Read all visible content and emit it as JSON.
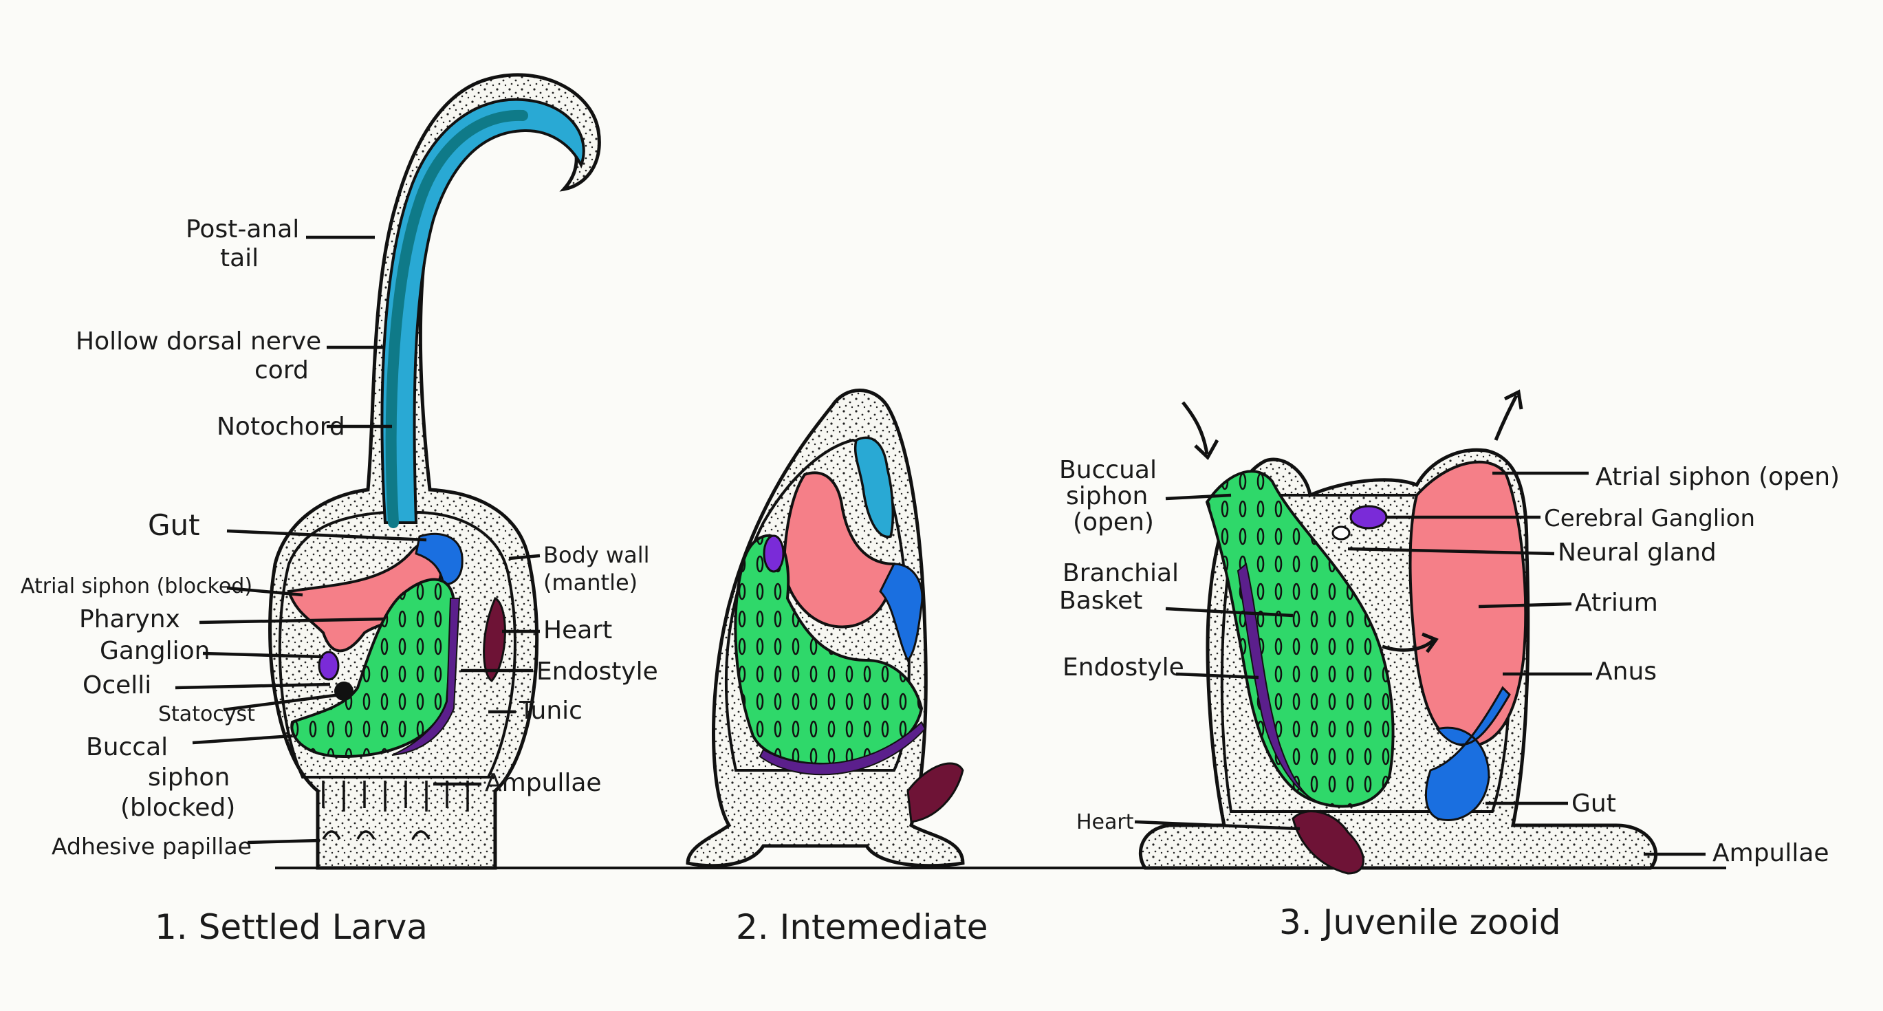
{
  "colors": {
    "tunic_fill": "#ffffff",
    "stipple_body": "#efefea",
    "notochord": "#29a9d4",
    "notochord_core": "#0f7a88",
    "pharynx_pink": "#f57f88",
    "basket_green": "#2fd86a",
    "endostyle_purple": "#5b1f8c",
    "heart_maroon": "#6e1336",
    "gut_blue": "#1a6fe0",
    "ganglion_violet": "#7a2bd8"
  },
  "stages": [
    {
      "title": "1. Settled Larva",
      "labels": [
        {
          "id": "post-anal-tail",
          "lines": [
            "Post-anal",
            "tail"
          ]
        },
        {
          "id": "hollow-dorsal-nerve-cord",
          "lines": [
            "Hollow dorsal nerve",
            "cord"
          ]
        },
        {
          "id": "notochord",
          "lines": [
            "Notochord"
          ]
        },
        {
          "id": "gut",
          "lines": [
            "Gut"
          ]
        },
        {
          "id": "atrial-siphon-blocked",
          "lines": [
            "Atrial siphon (blocked)"
          ]
        },
        {
          "id": "pharynx",
          "lines": [
            "Pharynx"
          ]
        },
        {
          "id": "ganglion",
          "lines": [
            "Ganglion"
          ]
        },
        {
          "id": "ocelli",
          "lines": [
            "Ocelli"
          ]
        },
        {
          "id": "statocyst",
          "lines": [
            "Statocyst"
          ]
        },
        {
          "id": "buccal-siphon-blocked",
          "lines": [
            "Buccal",
            "siphon",
            "(blocked)"
          ]
        },
        {
          "id": "adhesive-papillae",
          "lines": [
            "Adhesive papillae"
          ]
        },
        {
          "id": "body-wall",
          "lines": [
            "Body wall",
            "(mantle)"
          ]
        },
        {
          "id": "heart",
          "lines": [
            "Heart"
          ]
        },
        {
          "id": "endostyle",
          "lines": [
            "Endostyle"
          ]
        },
        {
          "id": "tunic",
          "lines": [
            "Tunic"
          ]
        },
        {
          "id": "ampullae",
          "lines": [
            "Ampullae"
          ]
        }
      ]
    },
    {
      "title": "2. Intemediate",
      "labels": []
    },
    {
      "title": "3. Juvenile zooid",
      "labels": [
        {
          "id": "buccal-siphon-open",
          "lines": [
            "Buccual",
            "siphon",
            "(open)"
          ]
        },
        {
          "id": "branchial-basket",
          "lines": [
            "Branchial",
            "Basket"
          ]
        },
        {
          "id": "endostyle-3",
          "lines": [
            "Endostyle"
          ]
        },
        {
          "id": "heart-3",
          "lines": [
            "Heart"
          ]
        },
        {
          "id": "atrial-siphon-open",
          "lines": [
            "Atrial siphon (open)"
          ]
        },
        {
          "id": "cerebral-ganglion",
          "lines": [
            "Cerebral Ganglion"
          ]
        },
        {
          "id": "neural-gland",
          "lines": [
            "Neural gland"
          ]
        },
        {
          "id": "atrium",
          "lines": [
            "Atrium"
          ]
        },
        {
          "id": "anus",
          "lines": [
            "Anus"
          ]
        },
        {
          "id": "gut-3",
          "lines": [
            "Gut"
          ]
        },
        {
          "id": "ampullae-3",
          "lines": [
            "Ampullae"
          ]
        }
      ]
    }
  ]
}
